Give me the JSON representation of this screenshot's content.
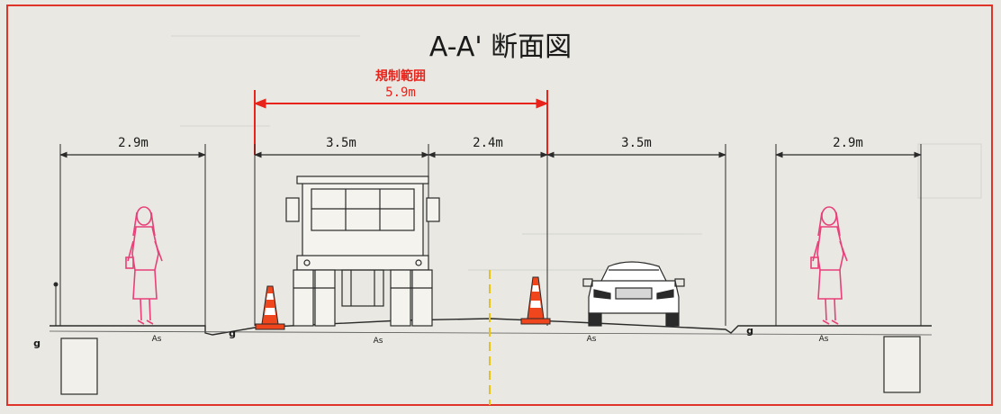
{
  "title": "A-A' 断面図",
  "regulation": {
    "label": "規制範囲",
    "width": "5.9m"
  },
  "dimensions": {
    "left_sidewalk": "2.9m",
    "lane_1": "3.5m",
    "lane_2": "2.4m",
    "lane_3": "3.5m",
    "right_sidewalk": "2.9m"
  },
  "surface_labels": {
    "left_sidewalk": "As",
    "road": "As",
    "road_right": "As",
    "right_sidewalk": "As"
  },
  "curb_labels": {
    "left_outer": "g",
    "left_inner": "g",
    "right_inner": "g"
  },
  "colors": {
    "border": "#e0342b",
    "regulation": "#e8231b",
    "pedestrian": "#e8407a",
    "cone": "#f0461e",
    "line": "#2a2a2a",
    "centerline": "#e6c21a",
    "background": "#e9e8e2"
  }
}
